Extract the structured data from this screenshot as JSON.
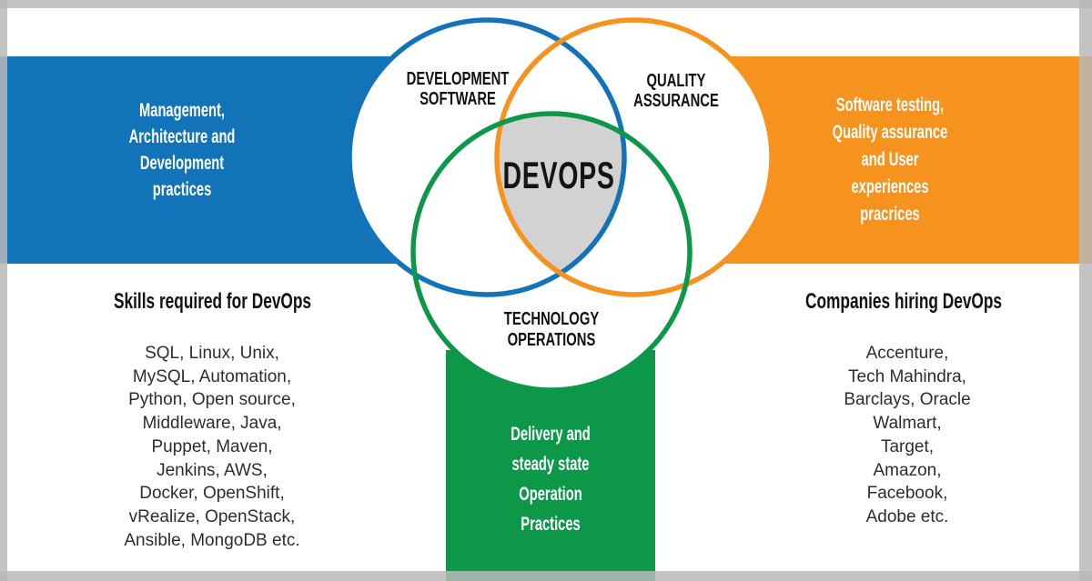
{
  "colors": {
    "blue": "#1373b9",
    "orange": "#f6921e",
    "green": "#0d9748",
    "center_gray": "#d2d2d2",
    "white": "#ffffff"
  },
  "venn": {
    "center_label": "DEVOPS",
    "circles": [
      {
        "id": "development-software",
        "label_line1": "DEVELOPMENT",
        "label_line2": "SOFTWARE",
        "color": "#1373b9"
      },
      {
        "id": "quality-assurance",
        "label_line1": "QUALITY",
        "label_line2": "ASSURANCE",
        "color": "#f6921e"
      },
      {
        "id": "technology-operations",
        "label_line1": "TECHNOLOGY",
        "label_line2": "OPERATIONS",
        "color": "#0d9748"
      }
    ]
  },
  "bands": {
    "left": {
      "color": "#1373b9",
      "lines": [
        "Management,",
        "Architecture and",
        "Development",
        "practices"
      ]
    },
    "right": {
      "color": "#f6921e",
      "lines": [
        "Software testing,",
        "Quality assurance",
        "and User",
        "experiences",
        "pracrices"
      ]
    },
    "bottom": {
      "color": "#0d9748",
      "lines": [
        "Delivery and",
        "steady state",
        "Operation",
        "Practices"
      ]
    }
  },
  "skills": {
    "heading": "Skills required for DevOps",
    "lines": [
      "SQL, Linux, Unix,",
      "MySQL, Automation,",
      "Python, Open source,",
      "Middleware, Java,",
      "Puppet, Maven,",
      "Jenkins, AWS,",
      "Docker, OpenShift,",
      "vRealize, OpenStack,",
      "Ansible, MongoDB etc."
    ]
  },
  "companies": {
    "heading": "Companies hiring DevOps",
    "lines": [
      "Accenture,",
      "Tech Mahindra,",
      "Barclays, Oracle",
      "Walmart,",
      "Target,",
      "Amazon,",
      "Facebook,",
      "Adobe etc."
    ]
  }
}
